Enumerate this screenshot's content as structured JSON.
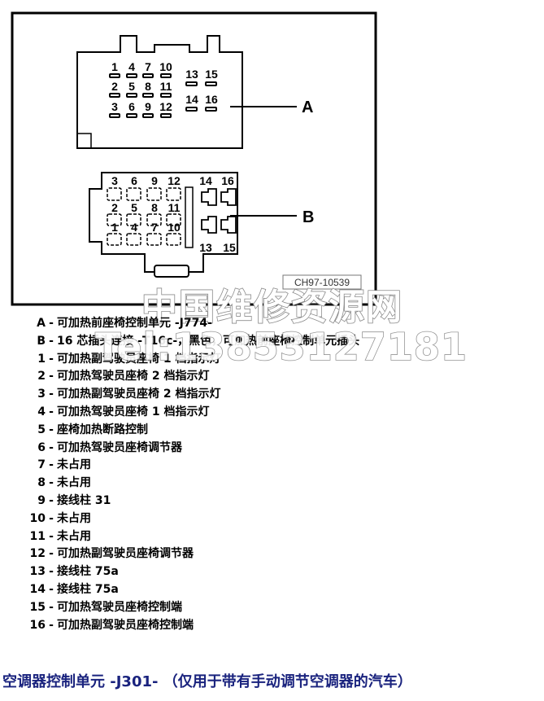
{
  "diagram": {
    "callout_a": "A",
    "callout_b": "B",
    "part_code": "CH97-10539",
    "connector_a_pins": [
      "1",
      "4",
      "7",
      "10",
      "2",
      "5",
      "8",
      "11",
      "3",
      "6",
      "9",
      "12",
      "13",
      "15",
      "14",
      "16"
    ],
    "connector_b_pins": [
      "3",
      "6",
      "9",
      "12",
      "2",
      "5",
      "8",
      "11",
      "1",
      "4",
      "7",
      "10",
      "14",
      "16",
      "13",
      "15"
    ]
  },
  "watermark": {
    "line1": "中国维修资源网",
    "line2": "Tel:13853127181"
  },
  "legend": [
    {
      "key": "A",
      "text": "可加热前座椅控制单元 -J774-"
    },
    {
      "key": "B",
      "text": "16 芯插头连接 -T16c-，黑色，可加热前座椅控制单元插头"
    },
    {
      "key": "1",
      "text": "可加热副驾驶员座椅 1 档指示灯"
    },
    {
      "key": "2",
      "text": "可加热驾驶员座椅 2 档指示灯"
    },
    {
      "key": "3",
      "text": "可加热副驾驶员座椅 2 档指示灯"
    },
    {
      "key": "4",
      "text": "可加热驾驶员座椅 1 档指示灯"
    },
    {
      "key": "5",
      "text": "座椅加热断路控制"
    },
    {
      "key": "6",
      "text": "可加热驾驶员座椅调节器"
    },
    {
      "key": "7",
      "text": "未占用"
    },
    {
      "key": "8",
      "text": "未占用"
    },
    {
      "key": "9",
      "text": "接线柱 31"
    },
    {
      "key": "10",
      "text": "未占用"
    },
    {
      "key": "11",
      "text": "未占用"
    },
    {
      "key": "12",
      "text": "可加热副驾驶员座椅调节器"
    },
    {
      "key": "13",
      "text": "接线柱 75a"
    },
    {
      "key": "14",
      "text": "接线柱 75a"
    },
    {
      "key": "15",
      "text": "可加热驾驶员座椅控制端"
    },
    {
      "key": "16",
      "text": "可加热副驾驶员座椅控制端"
    }
  ],
  "footer": "空调器控制单元 -J301- （仅用于带有手动调节空调器的汽车）"
}
